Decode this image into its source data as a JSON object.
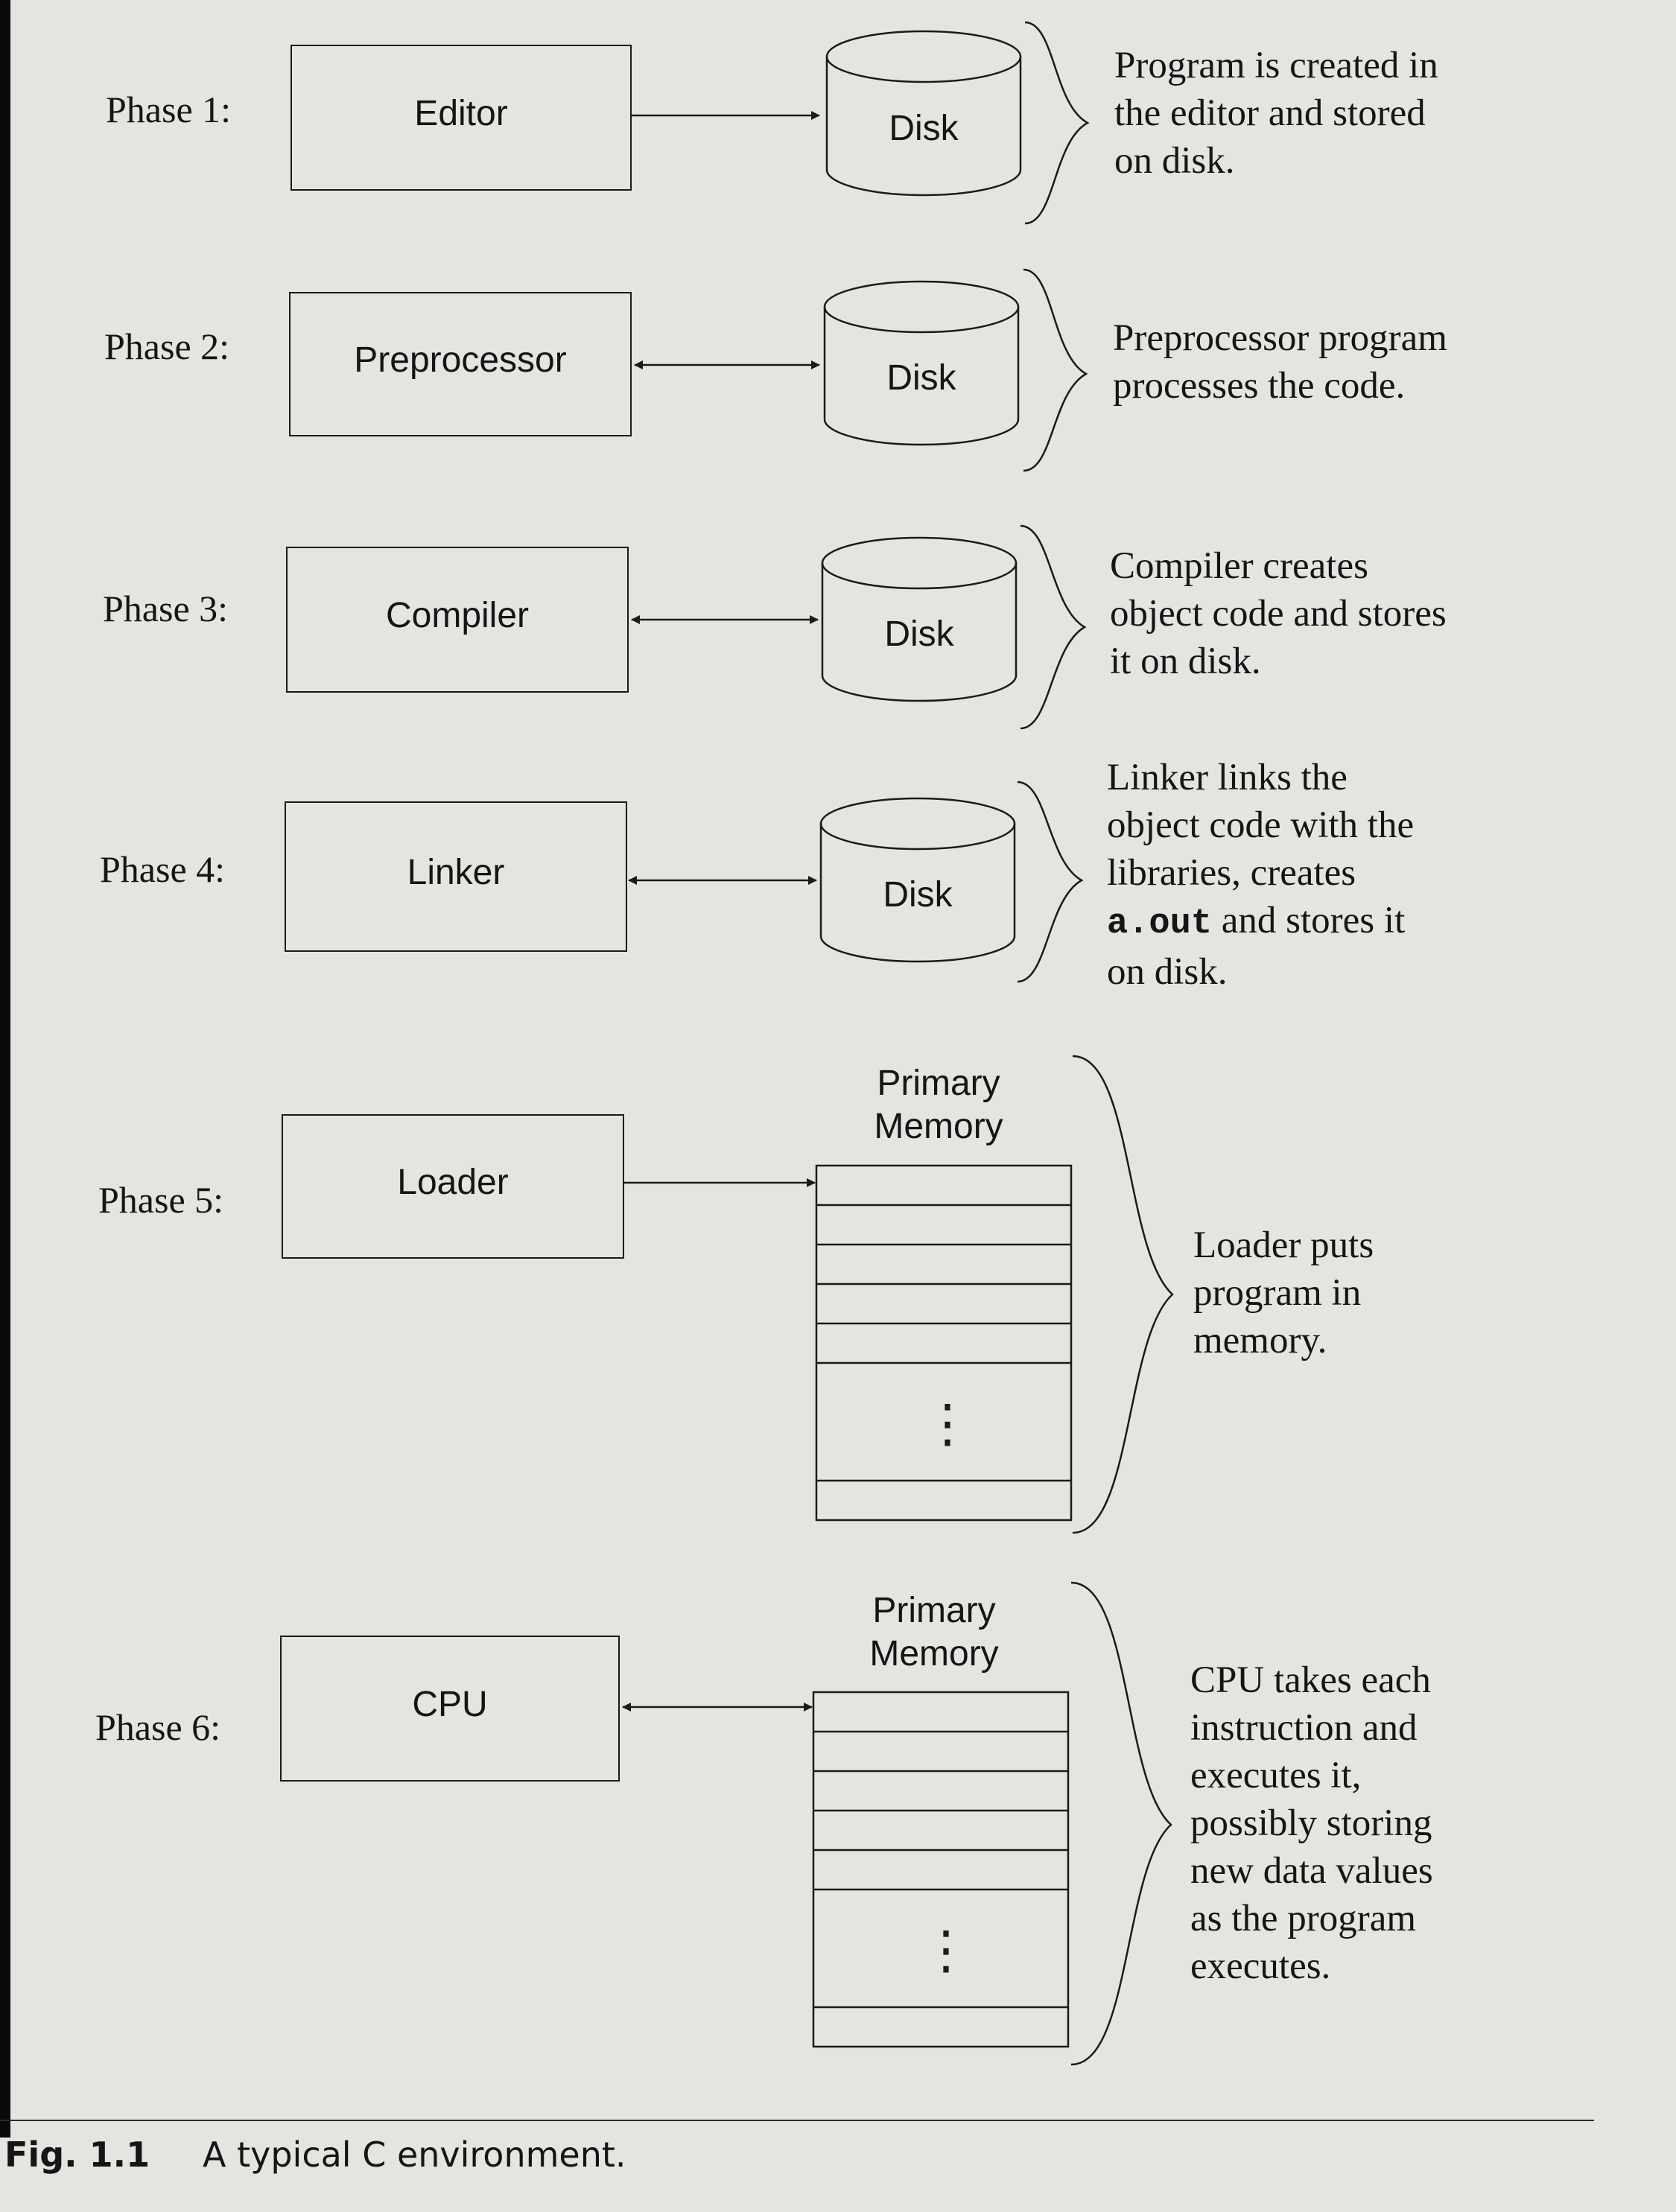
{
  "phases": [
    {
      "label": "Phase 1:",
      "component": "Editor",
      "storage": "Disk",
      "arrow": "one-way",
      "description": [
        "Program is created in",
        "the editor and stored",
        "on disk."
      ]
    },
    {
      "label": "Phase 2:",
      "component": "Preprocessor",
      "storage": "Disk",
      "arrow": "two-way",
      "description": [
        "Preprocessor program",
        "processes the code."
      ]
    },
    {
      "label": "Phase 3:",
      "component": "Compiler",
      "storage": "Disk",
      "arrow": "two-way",
      "description": [
        "Compiler creates",
        "object code and stores",
        "it on disk."
      ]
    },
    {
      "label": "Phase 4:",
      "component": "Linker",
      "storage": "Disk",
      "arrow": "two-way",
      "description": [
        "Linker links the",
        "object code with the",
        "libraries, creates"
      ],
      "description_code": "a.out",
      "description_code_suffix": " and stores it",
      "description_last": "on disk."
    },
    {
      "label": "Phase 5:",
      "component": "Loader",
      "storage_lines": [
        "Primary",
        "Memory"
      ],
      "arrow": "one-way",
      "description": [
        "Loader puts",
        "program in",
        "memory."
      ]
    },
    {
      "label": "Phase 6:",
      "component": "CPU",
      "storage_lines": [
        "Primary",
        "Memory"
      ],
      "arrow": "two-way",
      "description": [
        "CPU takes each",
        "instruction and",
        "executes it,",
        "possibly storing",
        "new data values",
        "as the program",
        "executes."
      ]
    }
  ],
  "ellipsis": "⋮",
  "caption": {
    "number": "Fig. 1.1",
    "text": "A typical C environment."
  }
}
